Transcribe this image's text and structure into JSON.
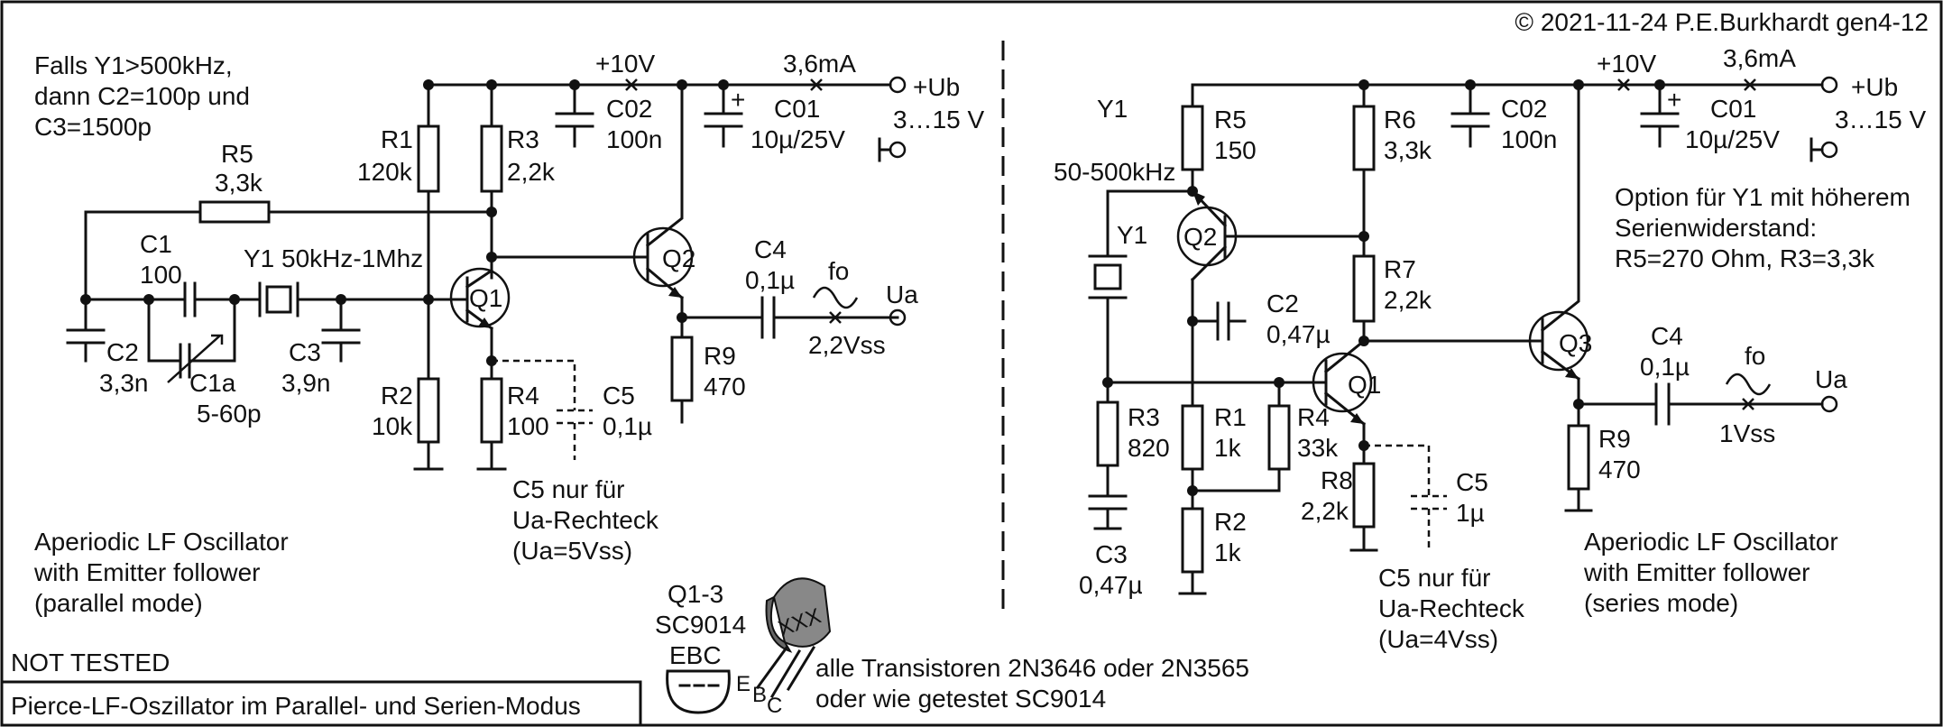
{
  "copyright": "© 2021-11-24 P.E.Burkhardt gen4-12",
  "left": {
    "note": [
      "Falls Y1>500kHz,",
      "dann C2=100p und",
      "C3=1500p"
    ],
    "supply_voltage": "+10V",
    "current": "3,6mA",
    "ub_label": "+Ub",
    "ub_range": "3…15 V",
    "R1": [
      "R1",
      "120k"
    ],
    "R2": [
      "R2",
      "10k"
    ],
    "R3": [
      "R3",
      "2,2k"
    ],
    "R4": [
      "R4",
      "100"
    ],
    "R5": [
      "R5",
      "3,3k"
    ],
    "R9": [
      "R9",
      "470"
    ],
    "C1": [
      "C1",
      "100"
    ],
    "C1a": [
      "C1a",
      "5-60p"
    ],
    "C2": [
      "C2",
      "3,3n"
    ],
    "C3": [
      "C3",
      "3,9n"
    ],
    "C4": [
      "C4",
      "0,1µ"
    ],
    "C5": [
      "C5",
      "0,1µ"
    ],
    "C01": [
      "C01",
      "10µ/25V"
    ],
    "C02": [
      "C02",
      "100n"
    ],
    "Y1": "Y1 50kHz-1Mhz",
    "Q1": "Q1",
    "Q2": "Q2",
    "fo": "fo",
    "ua": "Ua",
    "ua_level": "2,2Vss",
    "c5_note": [
      "C5 nur für",
      "Ua-Rechteck",
      "(Ua=5Vss)"
    ],
    "title": [
      "Aperiodic LF Oscillator",
      "with Emitter follower",
      "(parallel mode)"
    ]
  },
  "right": {
    "supply_voltage": "+10V",
    "current": "3,6mA",
    "ub_label": "+Ub",
    "ub_range": "3…15 V",
    "Y1": [
      "Y1",
      "50-500kHz"
    ],
    "Y1b": "Y1",
    "R1": [
      "R1",
      "1k"
    ],
    "R2": [
      "R2",
      "1k"
    ],
    "R3": [
      "R3",
      "820"
    ],
    "R4": [
      "R4",
      "33k"
    ],
    "R5": [
      "R5",
      "150"
    ],
    "R6": [
      "R6",
      "3,3k"
    ],
    "R7": [
      "R7",
      "2,2k"
    ],
    "R8": [
      "R8",
      "2,2k"
    ],
    "R9": [
      "R9",
      "470"
    ],
    "C2": [
      "C2",
      "0,47µ"
    ],
    "C3": [
      "C3",
      "0,47µ"
    ],
    "C4": [
      "C4",
      "0,1µ"
    ],
    "C5": [
      "C5",
      "1µ"
    ],
    "C01": [
      "C01",
      "10µ/25V"
    ],
    "C02": [
      "C02",
      "100n"
    ],
    "Q1": "Q1",
    "Q2": "Q2",
    "Q3": "Q3",
    "fo": "fo",
    "ua": "Ua",
    "ua_level": "1Vss",
    "option": [
      "Option für Y1 mit höherem",
      "Serienwiderstand:",
      "R5=270 Ohm, R3=3,3k"
    ],
    "c5_note": [
      "C5 nur für",
      "Ua-Rechteck",
      "(Ua=4Vss)"
    ],
    "title": [
      "Aperiodic LF Oscillator",
      "with Emitter follower",
      "(series mode)"
    ]
  },
  "footer": {
    "not_tested": "NOT TESTED",
    "caption": "Pierce-LF-Oszillator im Parallel- und Serien-Modus",
    "transistor_type": [
      "Q1-3",
      "SC9014"
    ],
    "pinout": "EBC",
    "package_mark": "XXX",
    "pin_e": "E",
    "pin_b": "B",
    "pin_c": "C",
    "transistor_note": [
      "alle Transistoren 2N3646 oder 2N3565",
      "oder wie getestet SC9014"
    ]
  }
}
